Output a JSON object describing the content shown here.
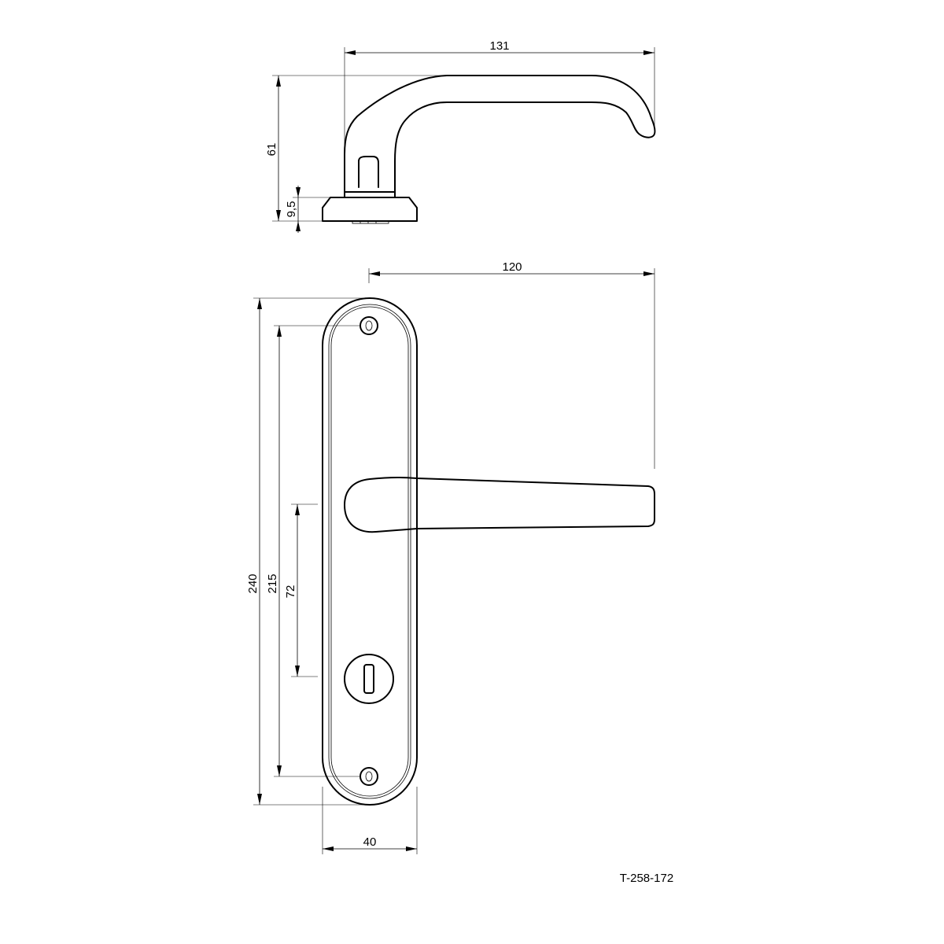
{
  "dimensions": {
    "handle_length": "131",
    "handle_height": "61",
    "rose_height": "9,5",
    "projection": "120",
    "plate_height": "240",
    "screw_spacing": "215",
    "lock_distance": "72",
    "plate_width": "40"
  },
  "product_code": "T-258-172"
}
